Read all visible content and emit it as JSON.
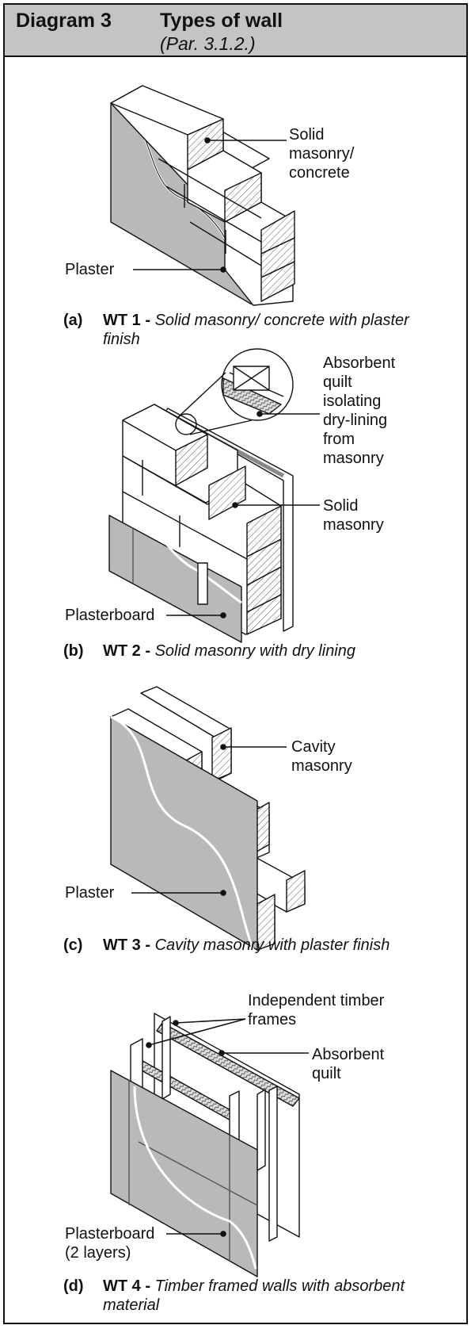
{
  "header": {
    "diagram_number": "Diagram 3",
    "title": "Types of wall",
    "reference": "(Par. 3.1.2.)"
  },
  "colors": {
    "header_bg": "#c4c4c4",
    "plaster": "#b9b9b9",
    "line": "#111111"
  },
  "panels": [
    {
      "letter": "(a)",
      "code": "WT 1 -",
      "description": "Solid masonry/ concrete with plaster finish",
      "labels": {
        "masonry": [
          "Solid",
          "masonry/",
          "concrete"
        ],
        "finish": "Plaster"
      }
    },
    {
      "letter": "(b)",
      "code": "WT 2 -",
      "description": "Solid masonry with dry lining",
      "labels": {
        "quilt": [
          "Absorbent",
          "quilt",
          "isolating",
          "dry-lining",
          "from",
          "masonry"
        ],
        "masonry": [
          "Solid",
          "masonry"
        ],
        "finish": "Plasterboard"
      }
    },
    {
      "letter": "(c)",
      "code": "WT 3 -",
      "description": "Cavity masonry with plaster finish",
      "labels": {
        "masonry": [
          "Cavity",
          "masonry"
        ],
        "finish": "Plaster"
      }
    },
    {
      "letter": "(d)",
      "code": "WT 4 -",
      "description": "Timber framed walls with absorbent material",
      "labels": {
        "frames": [
          "Independent timber",
          "frames"
        ],
        "quilt": [
          "Absorbent",
          "quilt"
        ],
        "finish": [
          "Plasterboard",
          "(2 layers)"
        ]
      }
    }
  ]
}
